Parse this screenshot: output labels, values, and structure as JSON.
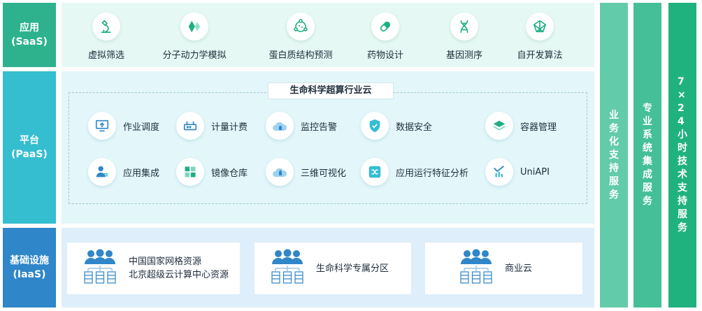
{
  "layers": {
    "saas": {
      "label_line1": "应用",
      "label_line2": "(SaaS)"
    },
    "paas": {
      "label_line1": "平台",
      "label_line2": "(PaaS)"
    },
    "iaas": {
      "label_line1": "基础设施",
      "label_line2": "(IaaS)"
    }
  },
  "saas_items": [
    {
      "label": "虚拟筛选",
      "icon": "microscope-icon"
    },
    {
      "label": "分子动力学模拟",
      "icon": "diamond-molecule-icon"
    },
    {
      "label": "蛋白质结构预测",
      "icon": "protein-structure-icon"
    },
    {
      "label": "药物设计",
      "icon": "pill-icon"
    },
    {
      "label": "基因测序",
      "icon": "dna-icon"
    },
    {
      "label": "自开发算法",
      "icon": "network-triangle-icon"
    }
  ],
  "paas": {
    "title": "生命科学超算行业云",
    "items": [
      {
        "label": "作业调度",
        "icon": "monitor-icon"
      },
      {
        "label": "计量计费",
        "icon": "router-icon"
      },
      {
        "label": "监控告警",
        "icon": "cloud-alarm-icon"
      },
      {
        "label": "数据安全",
        "icon": "shield-icon"
      },
      {
        "label": "容器管理",
        "icon": "layers-icon"
      },
      {
        "label": "应用集成",
        "icon": "user-integration-icon"
      },
      {
        "label": "镜像仓库",
        "icon": "grid-blocks-icon"
      },
      {
        "label": "三维可视化",
        "icon": "cloud-rocket-icon"
      },
      {
        "label": "应用运行特征分析",
        "icon": "shuffle-analysis-icon"
      },
      {
        "label": "UniAPI",
        "icon": "api-check-icon"
      }
    ]
  },
  "iaas_items": [
    {
      "line1": "中国国家网格资源",
      "line2": "北京超级云计算中心资源",
      "icon": "server-cluster-icon"
    },
    {
      "line1": "生命科学专属分区",
      "line2": "",
      "icon": "server-cluster-icon"
    },
    {
      "line1": "商业云",
      "line2": "",
      "icon": "server-cluster-icon"
    }
  ],
  "services": [
    {
      "label": "业务化支持服务"
    },
    {
      "label": "专业系统集成服务"
    },
    {
      "label": "7×24小时技术支持服务"
    }
  ],
  "colors": {
    "saas": "#2db28d",
    "paas": "#35bdd0",
    "iaas": "#2f86c8",
    "service_1": "#62cba9",
    "service_2": "#44bf97",
    "service_3": "#20b27e",
    "icon_green": "#1fae84",
    "icon_blue": "#2f86c8"
  }
}
